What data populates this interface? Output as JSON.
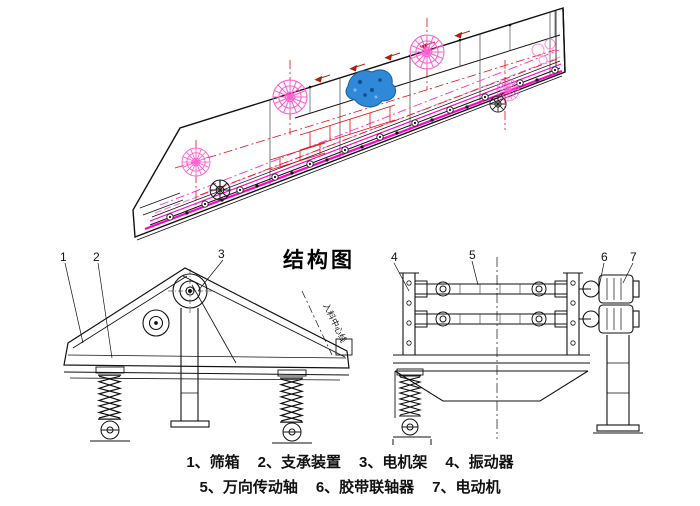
{
  "title": "结构图",
  "legend": {
    "items": [
      "1、筛箱",
      "2、支承装置",
      "3、电机架",
      "4、振动器",
      "5、万向传动轴",
      "6、胶带联轴器",
      "7、电动机"
    ]
  },
  "side_view": {
    "labels": [
      "1",
      "2",
      "3"
    ],
    "feed_center_line": "入料中心线"
  },
  "end_view": {
    "labels": [
      "4",
      "5",
      "6",
      "7"
    ]
  },
  "colors": {
    "outline": "#1a1a1a",
    "magenta": "#ff00cc",
    "pink": "#ff5fd0",
    "red": "#e01010",
    "blue_fill": "#2f88d8"
  }
}
